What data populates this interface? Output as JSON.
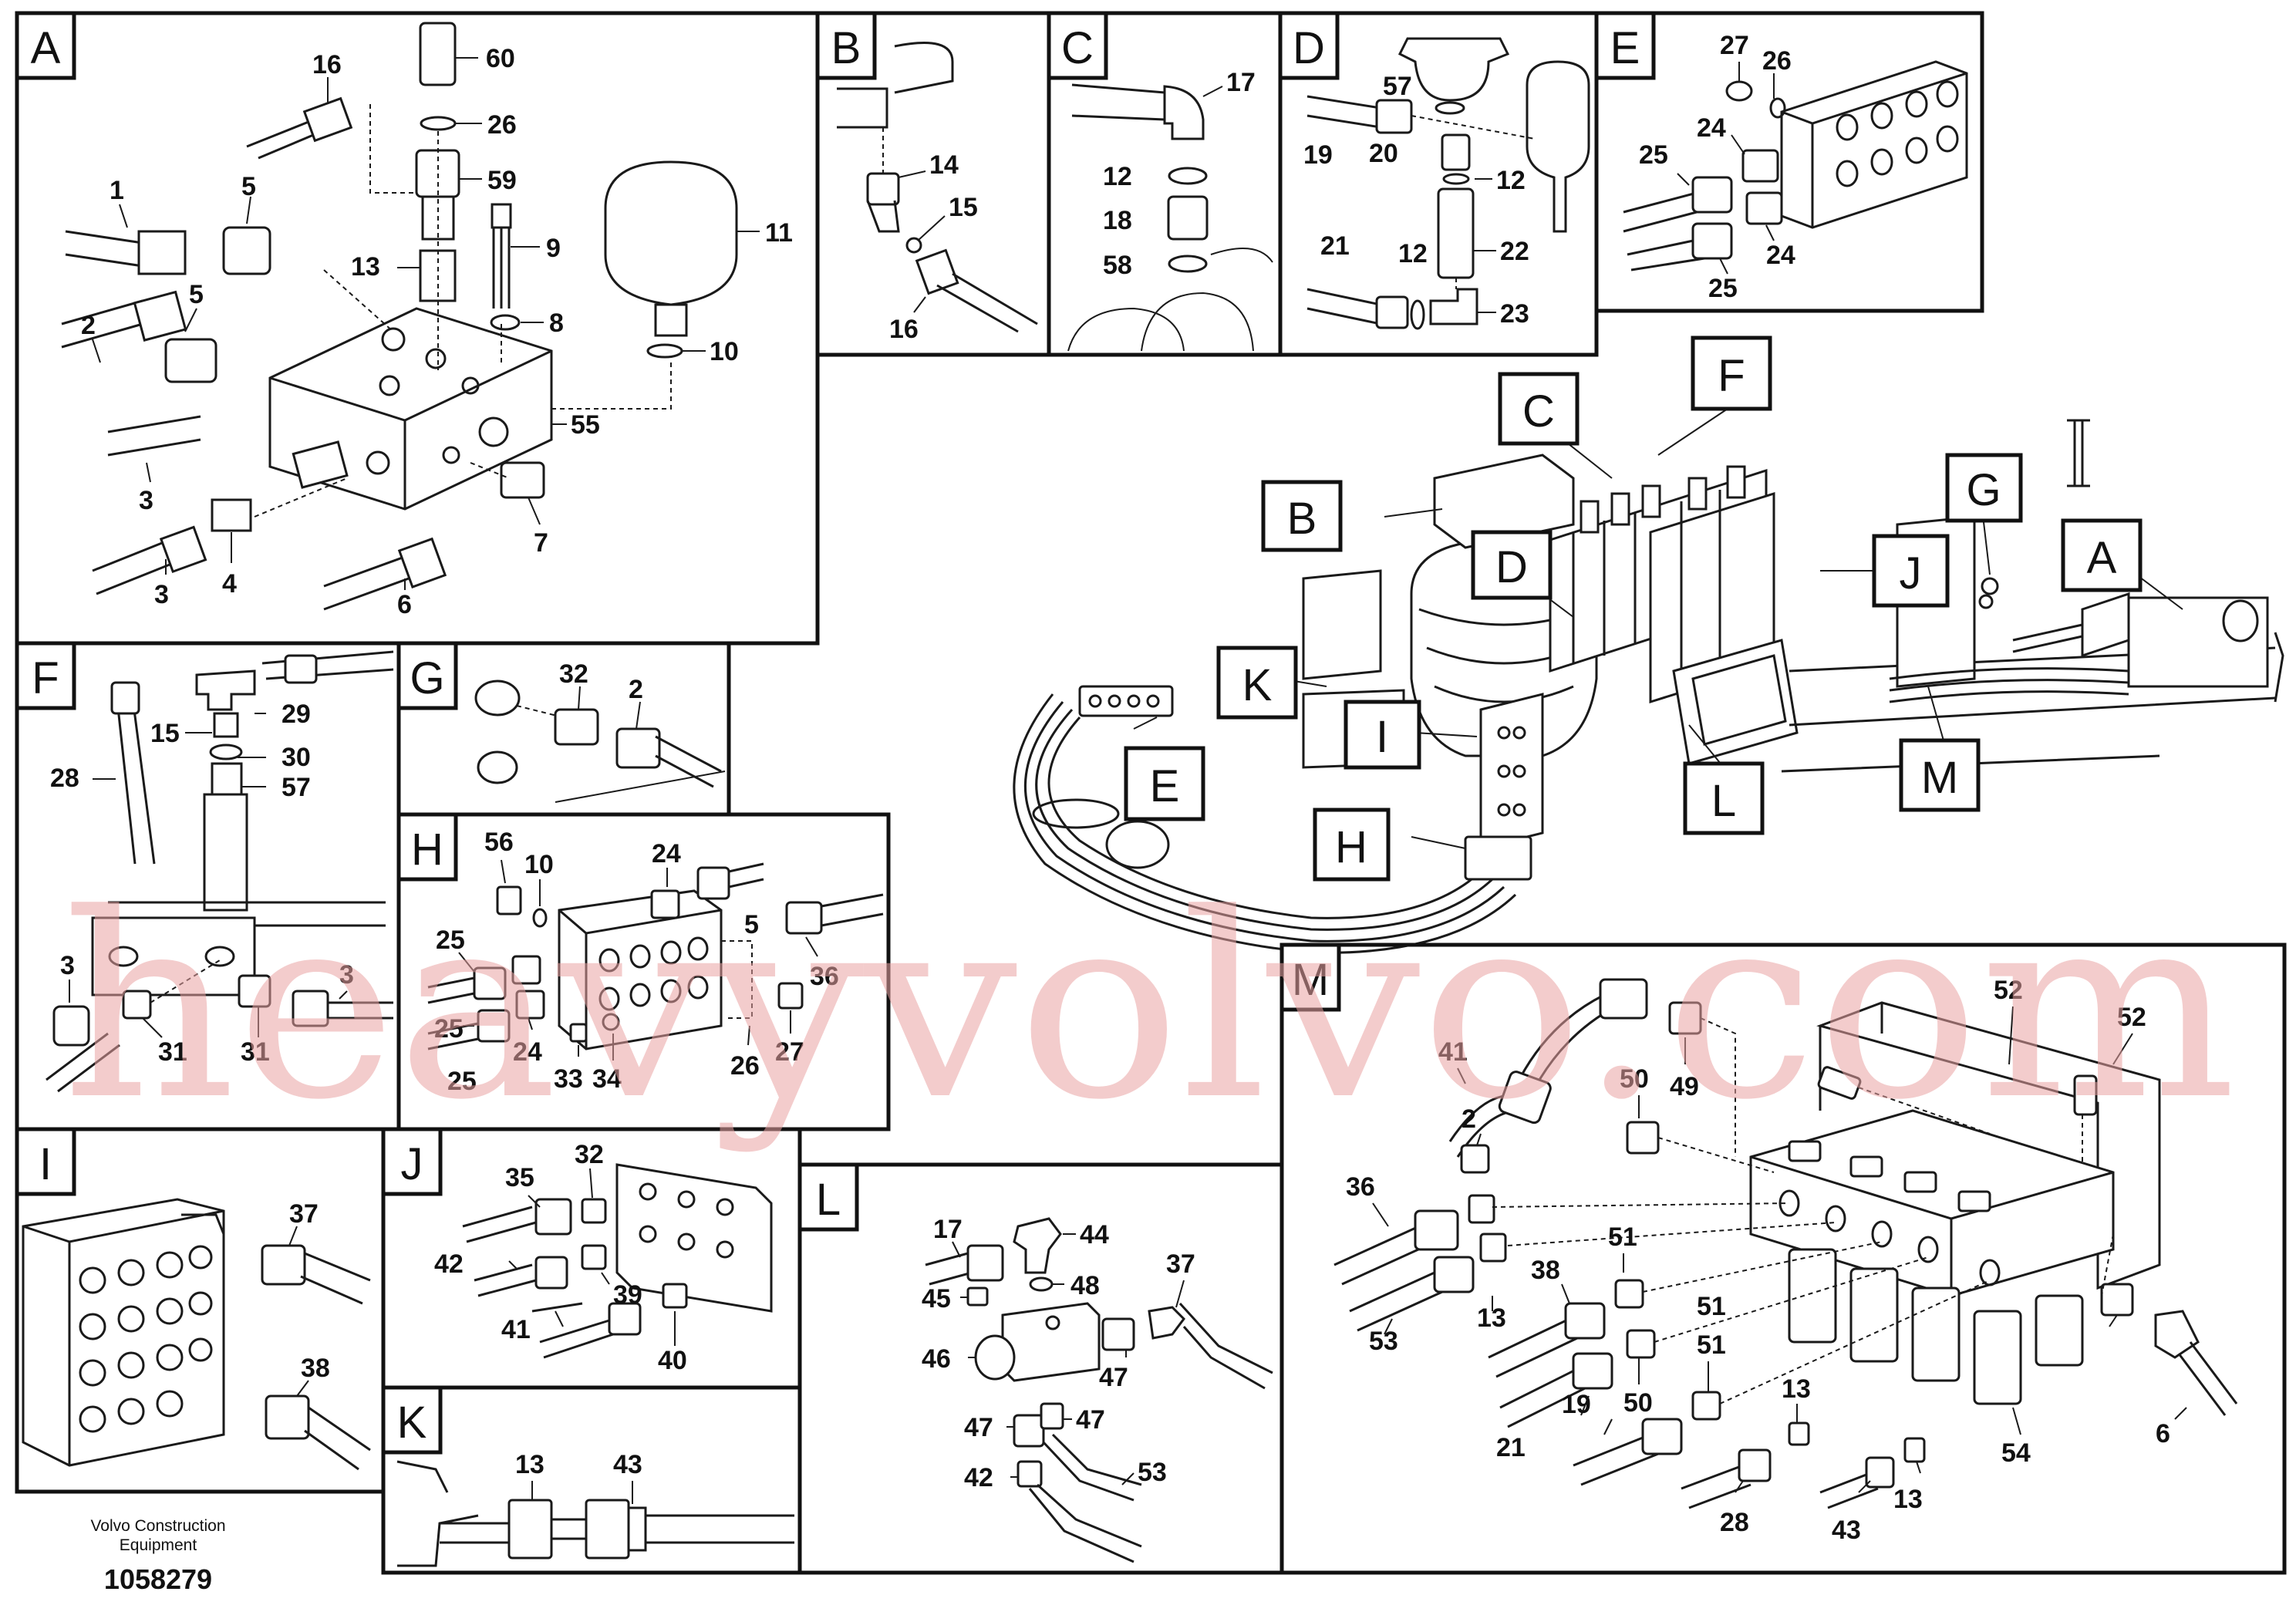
{
  "panels": {
    "A": {
      "letter": "A",
      "labels": [
        "16",
        "60",
        "26",
        "59",
        "1",
        "5",
        "13",
        "9",
        "11",
        "2",
        "5",
        "8",
        "10",
        "55",
        "3",
        "4",
        "7",
        "3",
        "6"
      ]
    },
    "B": {
      "letter": "B",
      "labels": [
        "14",
        "15",
        "16"
      ]
    },
    "C": {
      "letter": "C",
      "labels": [
        "17",
        "12",
        "18",
        "58"
      ]
    },
    "D": {
      "letter": "D",
      "labels": [
        "57",
        "19",
        "20",
        "12",
        "21",
        "12",
        "22",
        "23"
      ]
    },
    "E": {
      "letter": "E",
      "labels": [
        "27",
        "26",
        "25",
        "24",
        "24",
        "25"
      ]
    },
    "F": {
      "letter": "F",
      "labels": [
        "29",
        "15",
        "30",
        "28",
        "57",
        "3",
        "3",
        "31",
        "31"
      ]
    },
    "G": {
      "letter": "G",
      "labels": [
        "32",
        "2"
      ]
    },
    "H": {
      "letter": "H",
      "labels": [
        "56",
        "10",
        "24",
        "25",
        "5",
        "36",
        "25",
        "24",
        "33",
        "34",
        "26",
        "27",
        "25"
      ]
    },
    "I": {
      "letter": "I",
      "labels": [
        "37",
        "38"
      ]
    },
    "J": {
      "letter": "J",
      "labels": [
        "32",
        "35",
        "42",
        "39",
        "41",
        "40"
      ]
    },
    "K": {
      "letter": "K",
      "labels": [
        "13",
        "43"
      ]
    },
    "L": {
      "letter": "L",
      "labels": [
        "17",
        "44",
        "37",
        "45",
        "48",
        "46",
        "47",
        "47",
        "47",
        "42",
        "53"
      ]
    },
    "M": {
      "letter": "M",
      "labels": [
        "52",
        "52",
        "49",
        "41",
        "50",
        "2",
        "36",
        "51",
        "13",
        "38",
        "53",
        "51",
        "50",
        "13",
        "19",
        "21",
        "51",
        "28",
        "43",
        "13",
        "6",
        "54"
      ]
    }
  },
  "overview_callouts": [
    "C",
    "F",
    "B",
    "D",
    "G",
    "J",
    "A",
    "K",
    "I",
    "E",
    "L",
    "M",
    "H"
  ],
  "footer": {
    "company_line1": "Volvo Construction",
    "company_line2": "Equipment",
    "drawing_number": "1058279"
  },
  "watermark": "heavyvolvo.com",
  "colors": {
    "ink": "#111111",
    "watermark": "#e9a2a2",
    "background": "#ffffff"
  }
}
